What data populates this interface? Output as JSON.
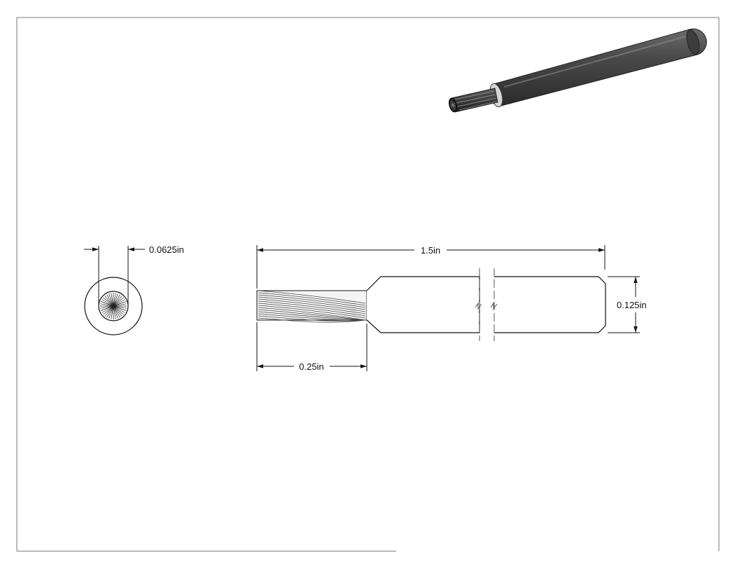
{
  "drawing": {
    "dimensions": {
      "core_diameter": "0.0625in",
      "overall_length": "1.5in",
      "outer_diameter": "0.125in",
      "strip_length": "0.25in"
    },
    "colors": {
      "line": "#111111",
      "jacket_dark": "#3a3a3a",
      "jacket_light": "#6a6a6a",
      "insulation_ring": "#d9d9d9",
      "border": "#777777"
    }
  }
}
